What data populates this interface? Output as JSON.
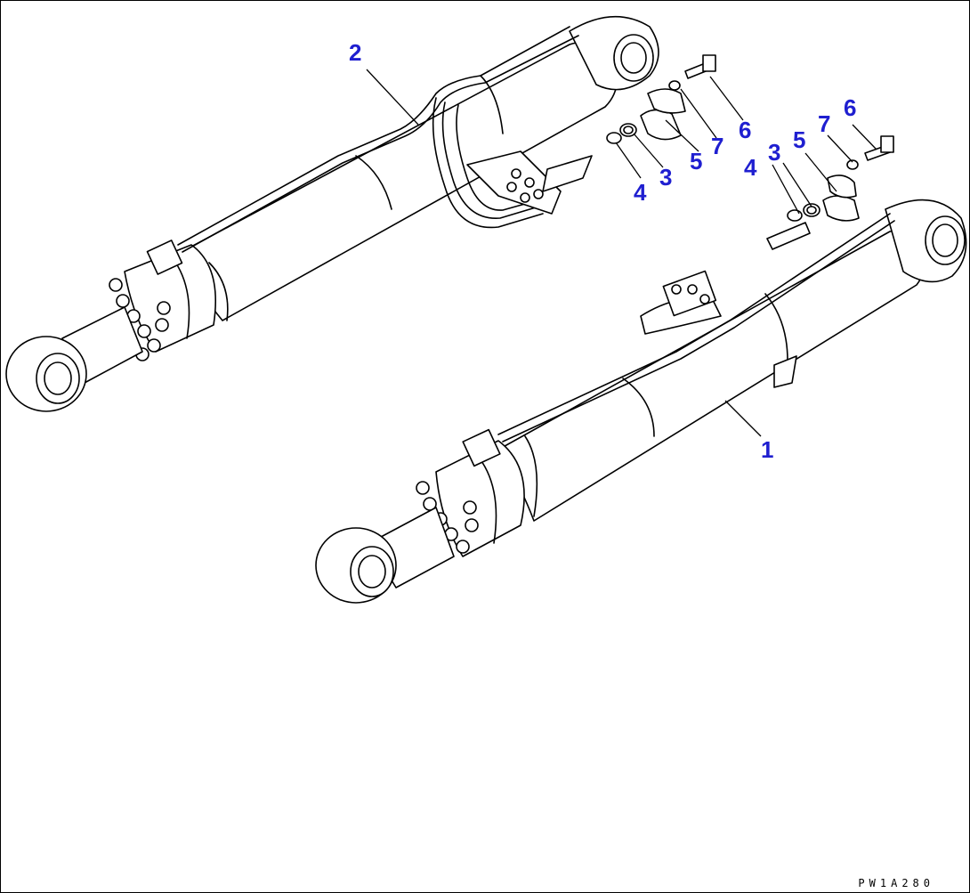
{
  "diagram": {
    "drawing_code": "PW1A280",
    "callouts": {
      "c1": "1",
      "c2": "2",
      "c3a": "3",
      "c4a": "4",
      "c5a": "5",
      "c7a": "7",
      "c6a": "6",
      "c4b": "4",
      "c3b": "3",
      "c5b": "5",
      "c7b": "7",
      "c6b": "6"
    },
    "colors": {
      "callout": "#1f1fd0",
      "line": "#000000",
      "background": "#ffffff"
    }
  }
}
